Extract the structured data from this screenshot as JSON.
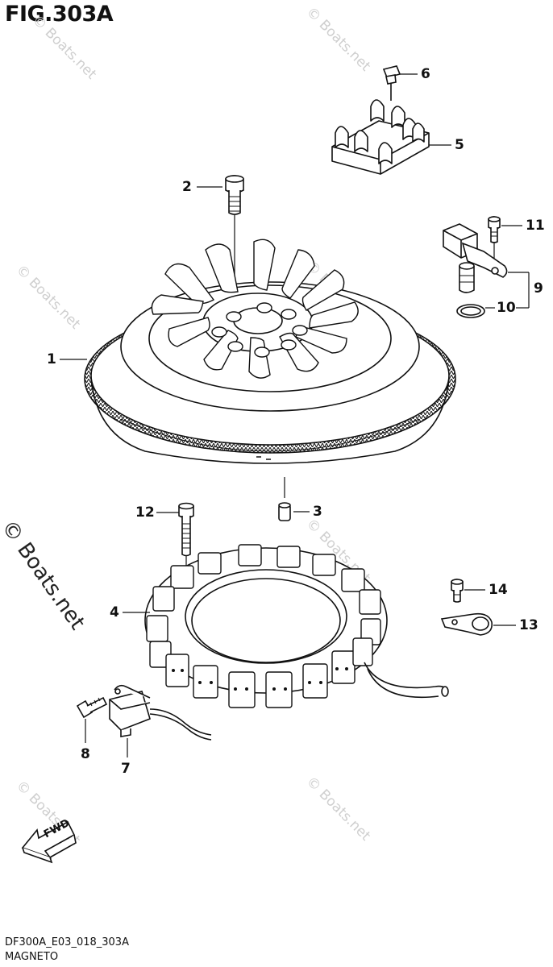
{
  "figure": {
    "title": "FIG.303A",
    "code": "DF300A_E03_018_303A",
    "name": "MAGNETO"
  },
  "watermark": {
    "text": "© Boats.net"
  },
  "fwd_label": "FWD",
  "callouts": [
    {
      "id": "1",
      "label": "1"
    },
    {
      "id": "2",
      "label": "2"
    },
    {
      "id": "3",
      "label": "3"
    },
    {
      "id": "4",
      "label": "4"
    },
    {
      "id": "5",
      "label": "5"
    },
    {
      "id": "6",
      "label": "6"
    },
    {
      "id": "7",
      "label": "7"
    },
    {
      "id": "8",
      "label": "8"
    },
    {
      "id": "9",
      "label": "9"
    },
    {
      "id": "10",
      "label": "10"
    },
    {
      "id": "11",
      "label": "11"
    },
    {
      "id": "12",
      "label": "12"
    },
    {
      "id": "13",
      "label": "13"
    },
    {
      "id": "14",
      "label": "14"
    }
  ]
}
